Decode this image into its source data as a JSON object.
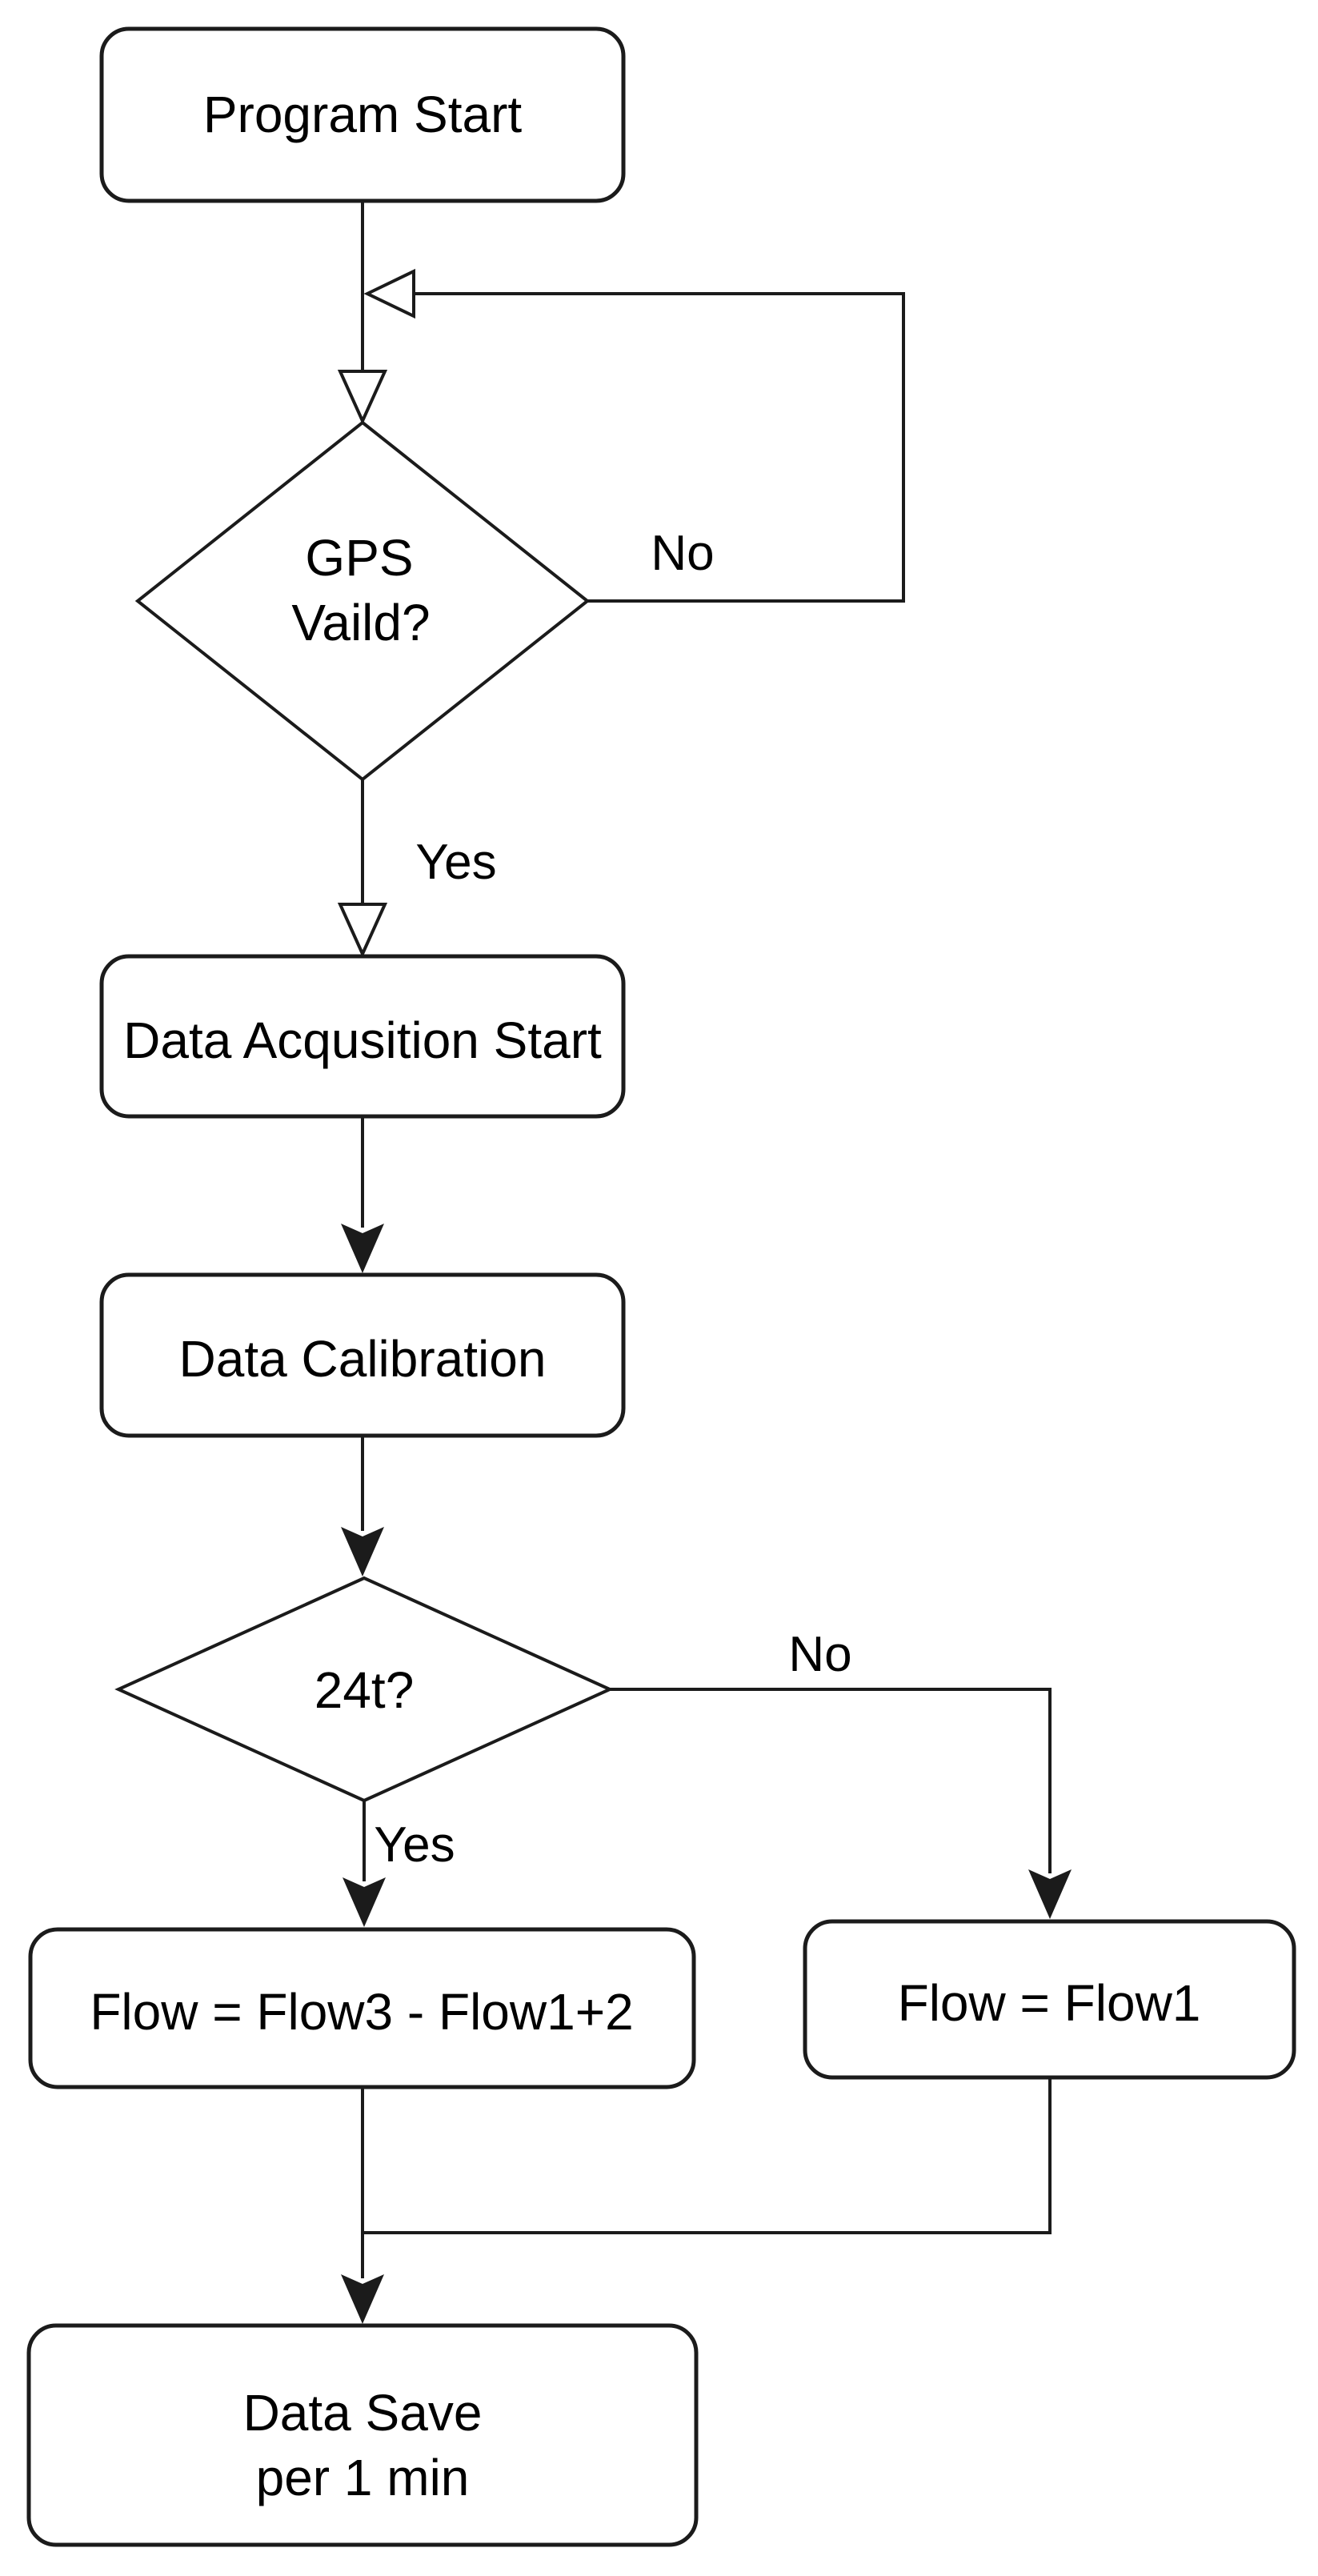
{
  "diagram": {
    "type": "flowchart",
    "background_color": "#ffffff",
    "stroke_color": "#1b1b1b",
    "text_color": "#000000",
    "nodes": {
      "start": {
        "type": "terminator",
        "label": "Program Start"
      },
      "gps_check": {
        "type": "decision",
        "line1": "GPS",
        "line2": "Vaild?"
      },
      "acquisition": {
        "type": "process",
        "label": "Data Acqusition Start"
      },
      "calibration": {
        "type": "process",
        "label": "Data Calibration"
      },
      "weight_check": {
        "type": "decision",
        "label": "24t?"
      },
      "flow_24t": {
        "type": "process",
        "label": "Flow = Flow3 - Flow1+2"
      },
      "flow_default": {
        "type": "process",
        "label": "Flow = Flow1"
      },
      "save": {
        "type": "process",
        "line1": "Data Save",
        "line2": "per 1 min"
      }
    },
    "edge_labels": {
      "gps_no": "No",
      "gps_yes": "Yes",
      "weight_yes": "Yes",
      "weight_no": "No"
    }
  }
}
